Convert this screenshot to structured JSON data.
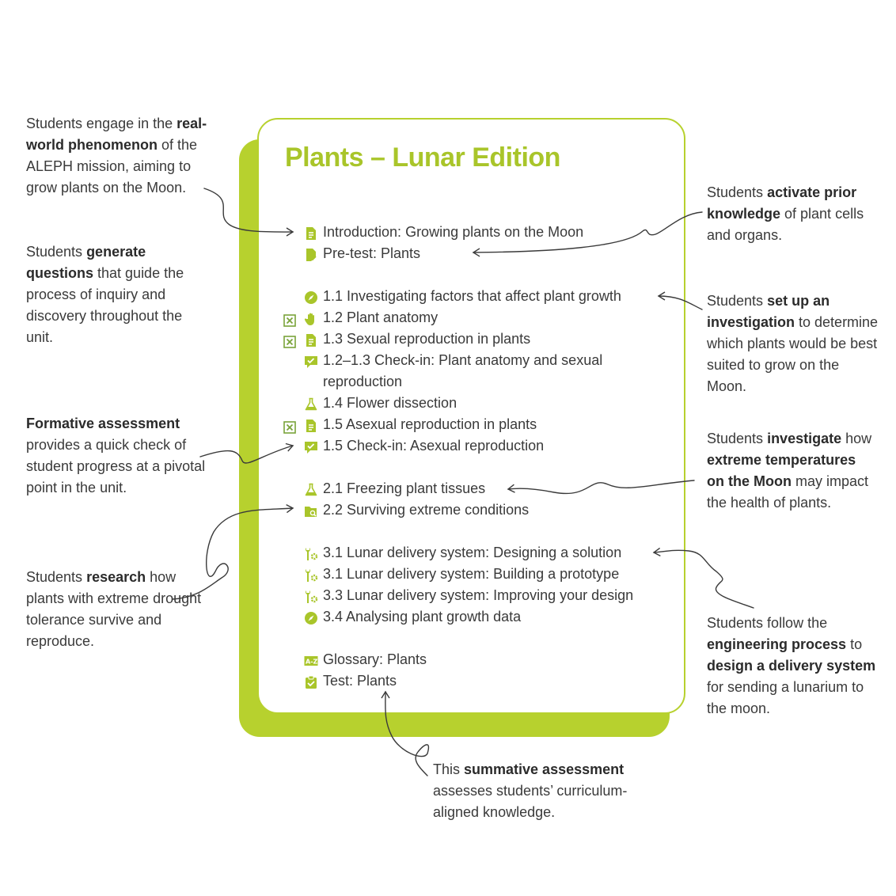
{
  "title": "Plants – Lunar Edition",
  "colors": {
    "accent": "#b7d12e",
    "title": "#a9c52a",
    "text": "#3a3a3a"
  },
  "lessons": [
    {
      "text": "Introduction: Growing plants on the Moon",
      "icon": "document-icon",
      "excel": false
    },
    {
      "text": "Pre-test: Plants",
      "icon": "document-check-icon",
      "excel": false
    },
    {
      "text": "1.1 Investigating factors that affect plant growth",
      "icon": "compass-icon",
      "excel": false
    },
    {
      "text": "1.2 Plant anatomy",
      "icon": "hand-icon",
      "excel": true
    },
    {
      "text": "1.3 Sexual reproduction in plants",
      "icon": "document-icon",
      "excel": true
    },
    {
      "text": "1.2–1.3 Check-in: Plant anatomy and sexual reproduction",
      "icon": "chat-check-icon",
      "excel": false
    },
    {
      "text": "1.4 Flower dissection",
      "icon": "flask-icon",
      "excel": false
    },
    {
      "text": "1.5 Asexual reproduction in plants",
      "icon": "document-icon",
      "excel": true
    },
    {
      "text": "1.5 Check-in: Asexual reproduction",
      "icon": "chat-check-icon",
      "excel": false
    },
    {
      "text": "2.1 Freezing plant tissues",
      "icon": "flask-icon",
      "excel": false
    },
    {
      "text": "2.2 Surviving extreme conditions",
      "icon": "folder-search-icon",
      "excel": false
    },
    {
      "text": "3.1 Lunar delivery system: Designing a solution",
      "icon": "tools-icon",
      "excel": false
    },
    {
      "text": "3.1 Lunar delivery system: Building a prototype",
      "icon": "tools-icon",
      "excel": false
    },
    {
      "text": "3.3 Lunar delivery system: Improving your design",
      "icon": "tools-icon",
      "excel": false
    },
    {
      "text": "3.4 Analysing plant growth data",
      "icon": "compass-icon",
      "excel": false
    },
    {
      "text": "Glossary: Plants",
      "icon": "glossary-icon",
      "excel": false
    },
    {
      "text": "Test: Plants",
      "icon": "clipboard-check-icon",
      "excel": false
    }
  ],
  "notes": {
    "phenomenon": {
      "pre": "Students engage in the ",
      "bold": "real-world phenomenon",
      "post": " of the ALEPH mission, aiming to grow plants on the Moon."
    },
    "questions": {
      "pre": "Students ",
      "bold": "generate questions",
      "post": " that guide the process of inquiry and discovery throughout the unit."
    },
    "formative": {
      "pre": "",
      "bold": "Formative assessment",
      "post": " provides a quick check of student progress at a pivotal point in the unit."
    },
    "research": {
      "pre": "Students ",
      "bold": "research",
      "post": " how plants with extreme drought tolerance survive and reproduce."
    },
    "prior": {
      "pre": "Students ",
      "bold": "activate prior knowledge",
      "post": " of plant cells and organs."
    },
    "investigation": {
      "pre": "Students ",
      "bold": "set up an investigation",
      "post": " to determine which plants would be best suited to grow on the Moon."
    },
    "investigate": {
      "pre": "Students ",
      "bold1": "investigate",
      "mid": " how ",
      "bold2": "extreme temperatures on the Moon",
      "post": " may impact the health of plants."
    },
    "engineering": {
      "pre": "Students follow the ",
      "bold1": "engineering process",
      "mid": " to ",
      "bold2": "design a delivery system",
      "post": " for sending a lunarium to the moon."
    },
    "summative": {
      "pre": "This ",
      "bold": "summative assessment",
      "post": " assesses students’ curriculum-aligned knowledge."
    }
  }
}
